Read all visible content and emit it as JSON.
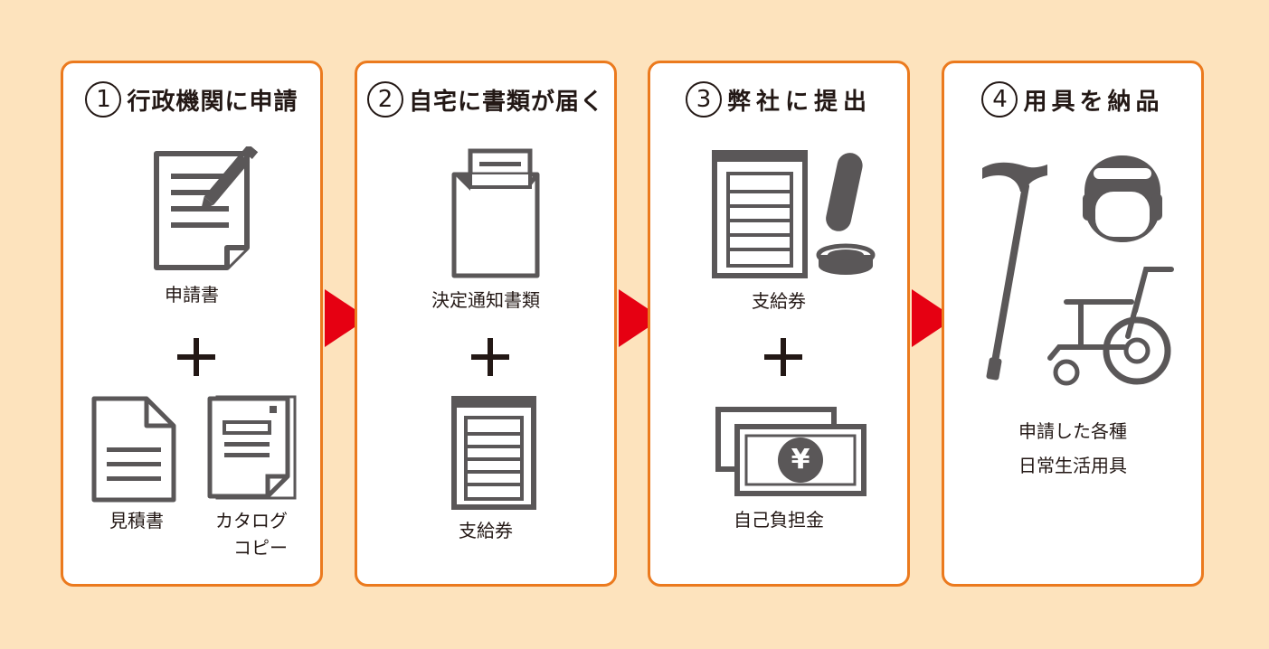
{
  "steps": [
    {
      "number": "1",
      "title": "行政機関に申請",
      "items": [
        "申請書",
        "見積書",
        "カタログ",
        "コピー"
      ]
    },
    {
      "number": "2",
      "title": "自宅に書類が届く",
      "items": [
        "決定通知書類",
        "支給券"
      ]
    },
    {
      "number": "3",
      "title": "弊社に提出",
      "items": [
        "支給券",
        "自己負担金"
      ]
    },
    {
      "number": "4",
      "title": "用具を納品",
      "items": [
        "申請した各種",
        "日常生活用具"
      ]
    }
  ],
  "yen_symbol": "¥",
  "colors": {
    "background": "#fde3bd",
    "card_border": "#eb7a1e",
    "arrow": "#e60012",
    "icon": "#5a5758"
  }
}
